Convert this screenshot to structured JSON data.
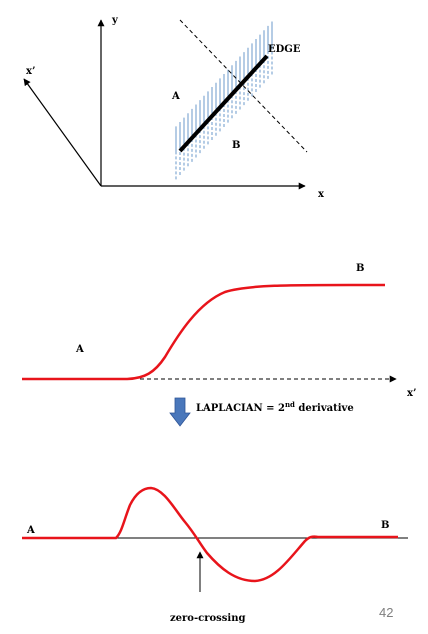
{
  "top_diagram": {
    "axis_y_label": "y",
    "axis_x_label": "x",
    "axis_x_prime_label": "x’",
    "edge_label": "EDGE",
    "region_a_label": "A",
    "region_b_label": "B"
  },
  "step_profile": {
    "region_a_label": "A",
    "region_b_label": "B",
    "axis_label": "x’"
  },
  "operator": {
    "text_main": "LAPLACIAN = 2",
    "text_sup": "nd",
    "text_end": " derivative"
  },
  "laplacian_profile": {
    "region_a_label": "A",
    "region_b_label": "B",
    "zero_crossing_label": "zero-crossing"
  },
  "page_number": "42",
  "colors": {
    "curve": "#e8141b",
    "hatch": "#5b8fc6",
    "arrow_fill": "#4a77bb",
    "arrow_stroke": "#2f5597"
  }
}
